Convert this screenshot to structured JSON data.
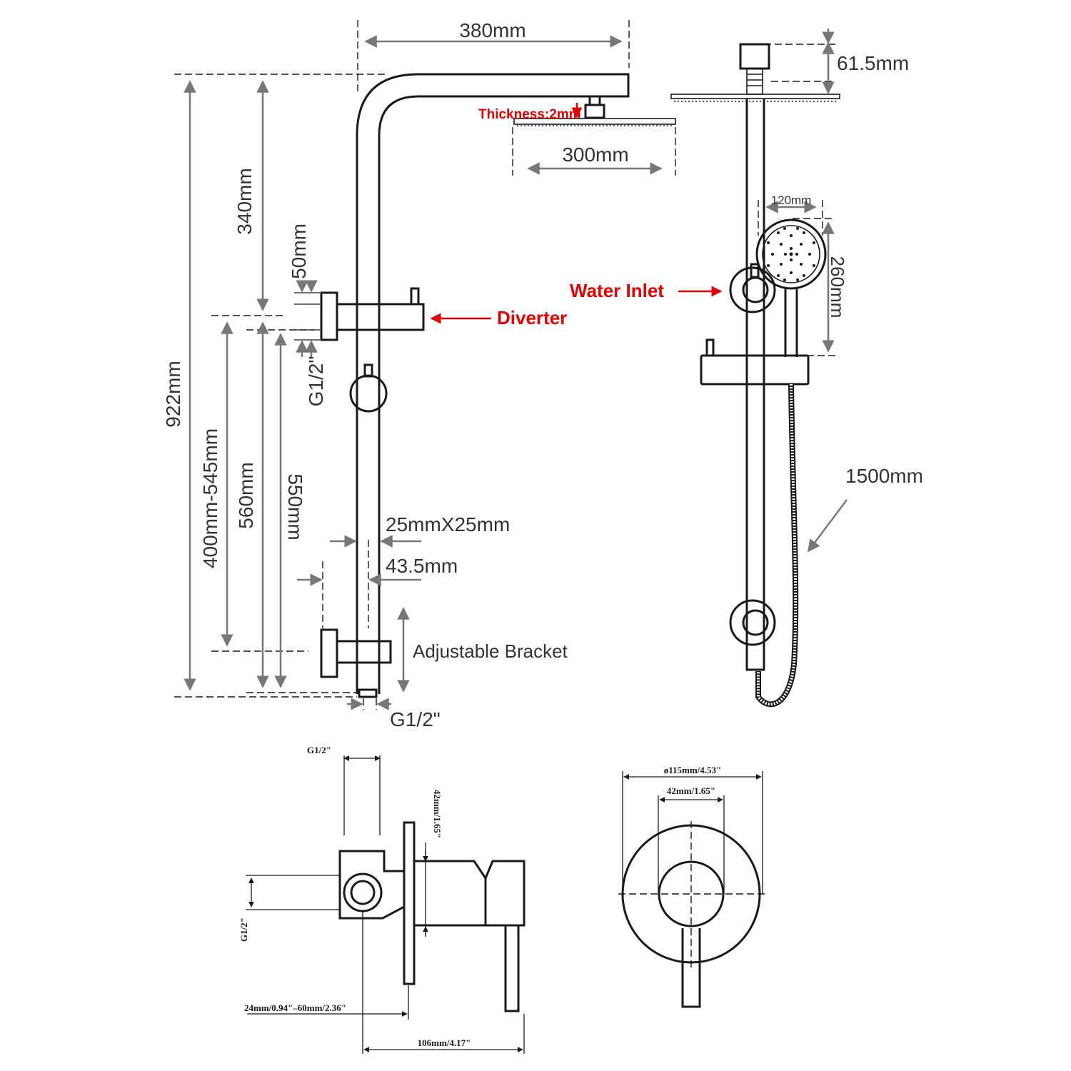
{
  "labels": {
    "width_380": "380mm",
    "height_922": "922mm",
    "height_340": "340mm",
    "gap_50": "50mm",
    "thread_g12_side": "G1/2\"",
    "range_400_545": "400mm-545mm",
    "height_560": "560mm",
    "height_550": "550mm",
    "tube_25x25": "25mmX25mm",
    "offset_43_5": "43.5mm",
    "thread_g12_bottom": "G1/2\"",
    "adjustable_bracket": "Adjustable Bracket",
    "diverter": "Diverter",
    "thickness": "Thickness:2mm",
    "width_300": "300mm",
    "height_61_5": "61.5mm",
    "width_120": "120mm",
    "height_260": "260mm",
    "water_inlet": "Water Inlet",
    "hose_1500": "1500mm",
    "mixer_g12_top": "G1/2\"",
    "mixer_42_vertical": "42mm/1.65\"",
    "mixer_g12_left": "G1/2\"",
    "mixer_24_60": "24mm/0.94\"–60mm/2.36\"",
    "mixer_106": "106mm/4.17\"",
    "plate_115": "ø115mm/4.53\"",
    "plate_42": "42mm/1.65\""
  },
  "colors": {
    "line": "#1a1a1a",
    "dimension": "#777777",
    "callout": "#e00000"
  }
}
